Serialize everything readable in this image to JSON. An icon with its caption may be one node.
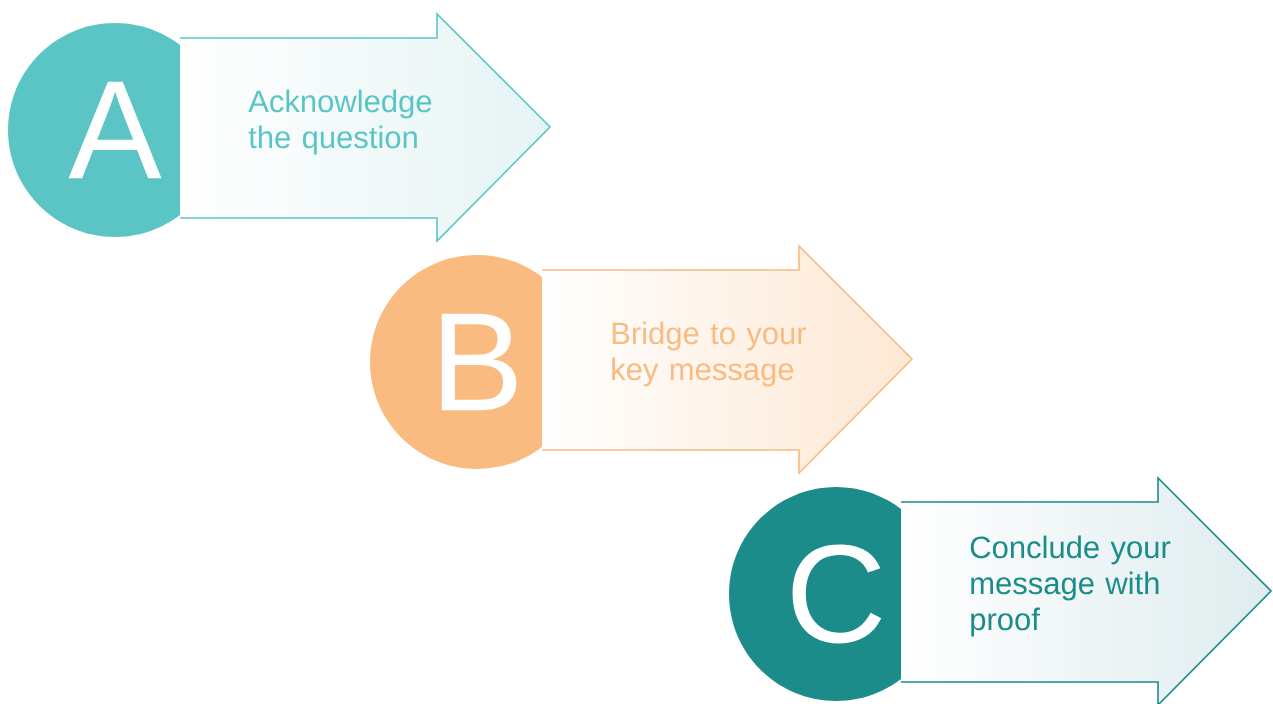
{
  "diagram": {
    "nodes": [
      {
        "text": [
          "A"
        ]
      },
      {
        "text": [
          "Acknowledge the question"
        ]
      },
      {
        "text": [
          "B"
        ]
      },
      {
        "text": [
          "Bridge to your key message"
        ]
      },
      {
        "text": [
          "C"
        ]
      },
      {
        "text": [
          "Conclude your message with proof"
        ]
      }
    ]
  }
}
